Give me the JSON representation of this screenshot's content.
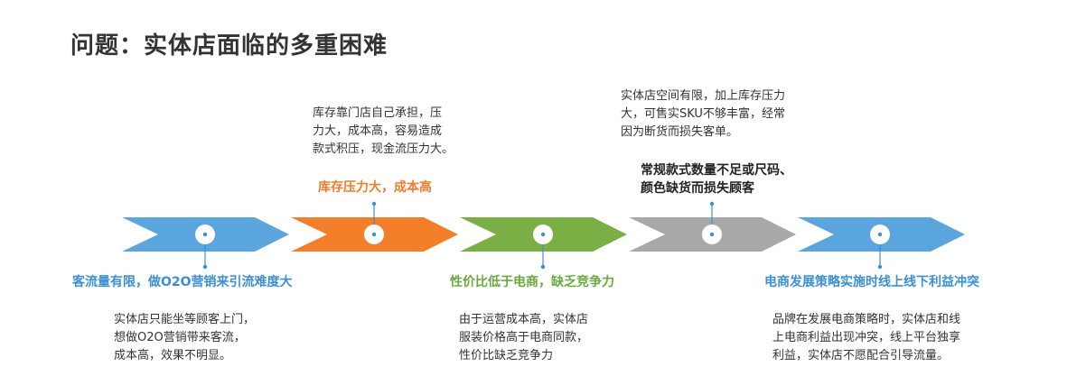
{
  "title": "问题：实体店面临的多重困难",
  "colors": {
    "blue": "#5aa5de",
    "orange": "#f47f2a",
    "green": "#79af45",
    "gray": "#a8a8a8",
    "line": "#3b8fd6"
  },
  "steps": [
    {
      "label": "客流量有限，做O2O营销来引流难度大",
      "desc": "实体店只能坐等顾客上门，\n想做O2O营销带来客流，\n成本高，效果不明显。"
    },
    {
      "label": "库存压力大，成本高",
      "desc": "库存靠门店自己承担，压\n力大，成本高，容易造成\n款式积压，现金流压力大。"
    },
    {
      "label": "性价比低于电商，缺乏竞争力",
      "desc": "由于运营成本高，实体店\n服装价格高于电商同款，\n性价比缺乏竞争力"
    },
    {
      "label": "常规款式数量不足或尺码、\n颜色缺货而损失顾客",
      "desc": "实体店空间有限，加上库存压力\n大，可售实SKU不够丰富，经常\n因为断货而损失客单。"
    },
    {
      "label": "电商发展策略实施时线上线下利益冲突",
      "desc": "品牌在发展电商策略时，实体店和线\n上电商利益出现冲突，线上平台独享\n利益，实体店不愿配合引导流量。"
    }
  ]
}
